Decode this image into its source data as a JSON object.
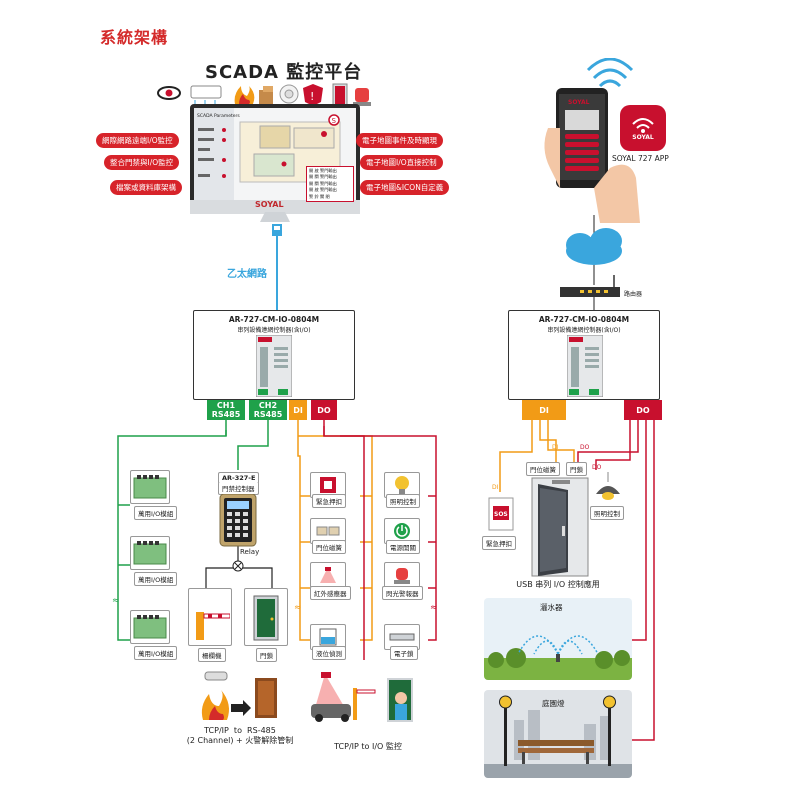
{
  "page_title": "系統架構",
  "scada": {
    "title": "SCADA 監控平台",
    "features_left": [
      "網際網路遠端I/O監控",
      "整合門禁與I/O監控",
      "檔案或資料庫架構"
    ],
    "features_right": [
      "電子地圖事件及時顯現",
      "電子地圖I/O直接控制",
      "電子地圖&ICON自定義"
    ],
    "screen_title": "SCADA Parameters",
    "popup_items": [
      "開 啟 警門輸出",
      "開 關 警門輸出",
      "開 關 警門輸出",
      "開 啟 警門輸出",
      "警 鈴 關 閉"
    ],
    "brand": "SOYAL"
  },
  "network_label": "乙太網路",
  "app": {
    "phone_brand": "SOYAL",
    "icon_text": "SOYAL",
    "label": "SOYAL 727 APP"
  },
  "router_label": "路由器",
  "controllers": [
    {
      "model": "AR-727-CM-IO-0804M",
      "subtitle": "串列設備連網控制器(含I/O)"
    },
    {
      "model": "AR-727-CM-IO-0804M",
      "subtitle": "串列設備連網控制器(含I/O)"
    }
  ],
  "ports_left": [
    {
      "label": "CH1\nRS485",
      "color": "#1fa14a"
    },
    {
      "label": "CH2\nRS485",
      "color": "#1fa14a"
    },
    {
      "label": "DI",
      "color": "#f29b16"
    },
    {
      "label": "DO",
      "color": "#c8102e"
    }
  ],
  "ports_right": [
    {
      "label": "DI",
      "color": "#f29b16"
    },
    {
      "label": "DO",
      "color": "#c8102e"
    }
  ],
  "io_modules": [
    "萬用I/O模組",
    "萬用I/O模組",
    "萬用I/O模組"
  ],
  "access_controller": {
    "model": "AR-327-E",
    "subtitle": "門禁控制器",
    "relay": "Relay"
  },
  "relay_devices": [
    "柵欄機",
    "門鎖"
  ],
  "di_devices": [
    "緊急押扣",
    "門位磁簧",
    "紅外感應器",
    "液位偵測"
  ],
  "do_devices": [
    "照明控制",
    "電源開關",
    "閃光警報器",
    "電子鎖"
  ],
  "captions": {
    "rs485": "TCP/IP  to  RS-485\n(2 Channel) + 火警解除管制",
    "io": "TCP/IP  to  I/O 監控",
    "usb": "USB 串列 I/O 控制應用"
  },
  "right_side": {
    "di_label": "DI",
    "do_label": "DO",
    "door_sensor": "門位磁簧",
    "door_lock": "門鎖",
    "sos_button": "緊急押扣",
    "sos_text": "SOS",
    "lighting": "照明控制",
    "sprinkler": "灑水器",
    "garden_light": "庭園燈"
  },
  "colors": {
    "green": "#1fa14a",
    "orange": "#f29b16",
    "red": "#c8102e",
    "blue": "#3aa6dd",
    "accent": "#d42a2a"
  }
}
